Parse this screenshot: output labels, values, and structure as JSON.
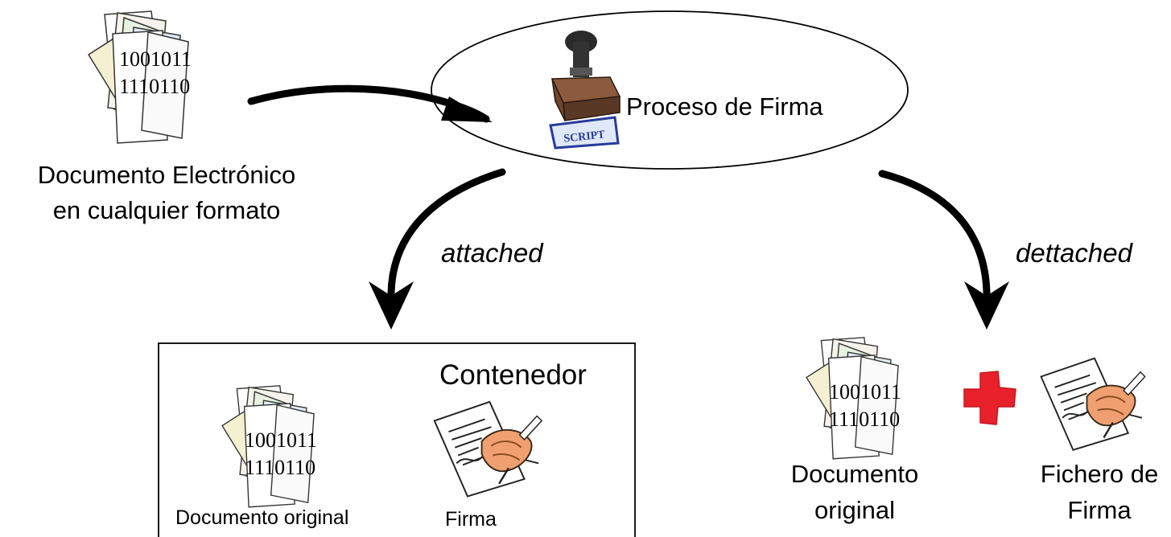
{
  "source_document": {
    "binary_line_1": "1001011",
    "binary_line_2": "1110110",
    "label_line_1": "Documento Electrónico",
    "label_line_2": "en cualquier formato"
  },
  "signing_process": {
    "label": "Proceso de Firma",
    "stamp_imprint_text": "SCRIPT"
  },
  "branches": {
    "attached_label": "attached",
    "detached_label": "dettached"
  },
  "container": {
    "title": "Contenedor",
    "document": {
      "binary_line_1": "1001011",
      "binary_line_2": "1110110",
      "label": "Documento original"
    },
    "signature": {
      "label": "Firma"
    }
  },
  "detached_output": {
    "document": {
      "binary_line_1": "1001011",
      "binary_line_2": "1110110",
      "label_line_1": "Documento",
      "label_line_2": "original"
    },
    "plus_color": "#e8202a",
    "signature_file": {
      "label_line_1": "Fichero de",
      "label_line_2": "Firma"
    }
  }
}
